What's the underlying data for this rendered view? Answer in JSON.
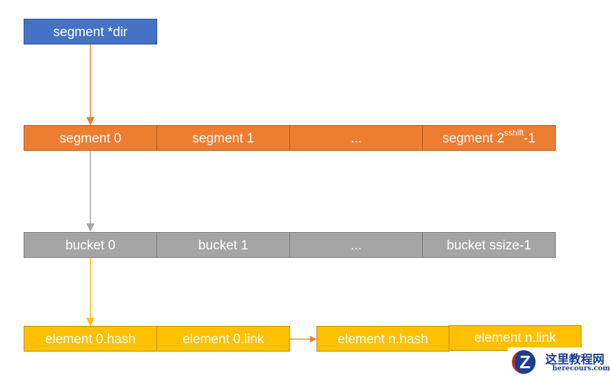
{
  "colors": {
    "dir": "#4472c4",
    "segments": "#ed7d31",
    "buckets": "#a5a5a5",
    "elements": "#ffc000"
  },
  "dir": {
    "label": "segment *dir"
  },
  "segments": [
    {
      "label": "segment 0"
    },
    {
      "label": "segment 1"
    },
    {
      "label": "..."
    },
    {
      "label": "segment 2",
      "sup": "sshift",
      "suffix": "-1"
    }
  ],
  "buckets": [
    {
      "label": "bucket 0"
    },
    {
      "label": "bucket 1"
    },
    {
      "label": "..."
    },
    {
      "label": "bucket ssize-1"
    }
  ],
  "elements": [
    {
      "label": "element 0.hash"
    },
    {
      "label": "element 0.link"
    },
    {
      "label": "element n.hash"
    },
    {
      "label": "element n.link"
    }
  ],
  "watermark": {
    "name": "这里教程网",
    "url": "herecours.com"
  }
}
